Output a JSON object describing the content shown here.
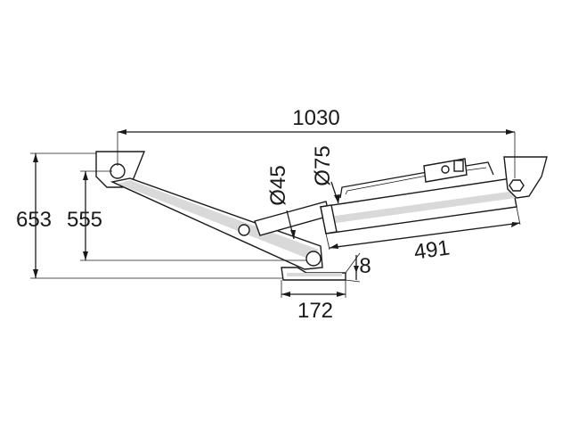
{
  "dimensions": {
    "overall_width": "1030",
    "overall_height": "653",
    "pin_height": "555",
    "rod_diameter": "Ø45",
    "cylinder_diameter": "Ø75",
    "cylinder_length": "491",
    "foot_width": "172",
    "foot_thickness": "8"
  },
  "colors": {
    "line": "#1a1a1a",
    "shade": "#d9d9d9",
    "background": "#ffffff"
  }
}
